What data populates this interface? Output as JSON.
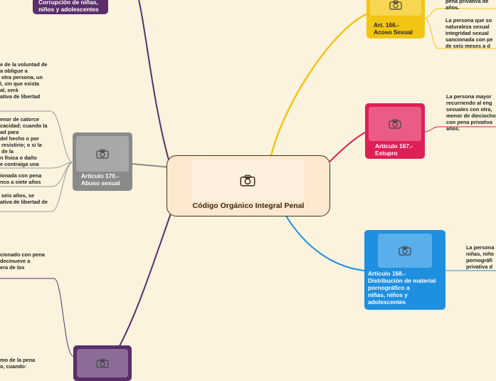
{
  "central": {
    "title": "Código Orgánico Integral Penal"
  },
  "nodes": {
    "top_left": {
      "label": "Corrupción de niñas,\nniños y adolescentes",
      "color": "#5b2e6a"
    },
    "art170": {
      "label": "Artículo 170.-\nAbuso sexual",
      "color": "#8a8a8a"
    },
    "bottom_left": {
      "label": "",
      "color": "#5b2e6a"
    },
    "art166": {
      "label": "Art. 166.-\nAcoso Sexual",
      "color": "#f2c514"
    },
    "art167": {
      "label": "Artículo 167.-\nEstupro",
      "color": "#e01f57"
    },
    "art168": {
      "label": "Artículo 168.-\nDistribución de material\npornográfico a\nniñas, niños y\nadolescentes",
      "color": "#1f8fe0"
    }
  },
  "texts": {
    "l1": "e de la voluntad de\na obligue a\n otra persona, un\nl, sin que exista\nal, será\nativa de libertad",
    "l2": "enor de catorce\ncacidad; cuando la\nad para\ndel hecho o por\n resistirio; o si la\n de la\nn física o daño\ne contraiga una",
    "l3": "ionada con pena\nnco a siete años",
    "l4": " seis años, se\nativa de libertad de",
    "l5": "cionado con pena\ndecinueve a\nera de los",
    "l6": "mo de la pena\no, cuando:",
    "r166a": "pena privativa de\naños.",
    "r166b": "La persona que so\nnaturaleza sexual\nintegridad sexual\nsancionada con pe\nde seis meses a d",
    "r167": "La persona mayor\nrecurriendo al eng\nsexuales con otra,\nmenor de dieciocho\ncon pena privativa\naños.",
    "r168": "La persona\nniñas, niño\npornográfi\nprivativa d"
  },
  "icons": {
    "image_placeholder": "camera-icon"
  }
}
